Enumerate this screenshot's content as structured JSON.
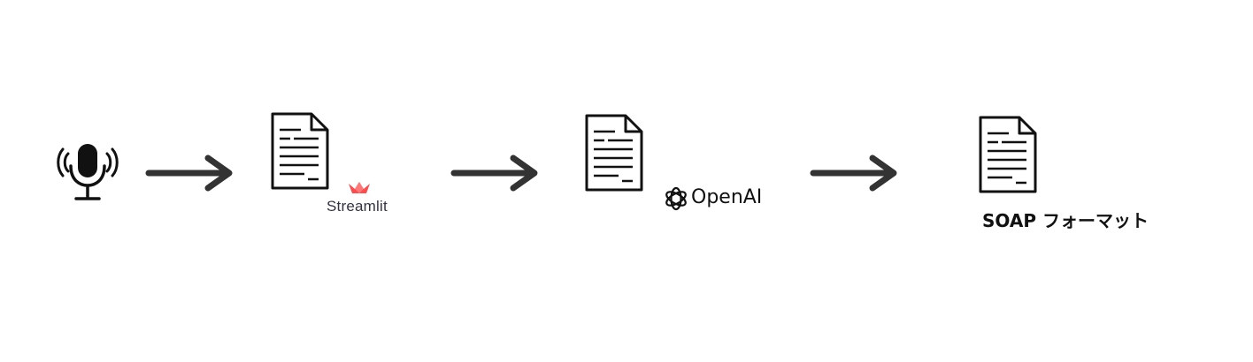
{
  "flow": {
    "steps": [
      {
        "id": "audio",
        "icon": "microphone-icon"
      },
      {
        "id": "transcript",
        "icon": "document-icon",
        "brand": "streamlit"
      },
      {
        "id": "summary",
        "icon": "document-icon",
        "brand": "openai"
      },
      {
        "id": "soap",
        "icon": "document-icon"
      }
    ],
    "connectors": [
      "arrow-right-icon",
      "arrow-right-icon",
      "arrow-right-icon"
    ]
  },
  "labels": {
    "streamlit": "Streamlit",
    "openai": "OpenAI",
    "soap": "SOAP フォーマット"
  },
  "colors": {
    "icon_stroke": "#111111",
    "arrow": "#333333",
    "streamlit_brand": "#ff4b4b"
  }
}
